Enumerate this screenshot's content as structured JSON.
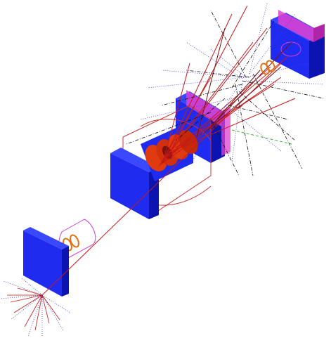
{
  "scene": {
    "kind": "particle detector event display",
    "text": [],
    "colors": {
      "background": "#ffffff",
      "detector_block": "#1f2cf0",
      "detector_block_dark": "#0b14b0",
      "end_panel": "#e040d0",
      "coil": "#e03a10",
      "track_primary": "#c81818",
      "track_secondary": "#7a1010",
      "track_dotted": "#3a3ad8",
      "track_dashdot": "#111111",
      "track_green": "#39b339",
      "outline_pink": "#d53bd5",
      "outline_red": "#cc3333"
    },
    "components": [
      "far-detector-block",
      "far-end-panel",
      "middle-detector-block",
      "middle-end-panel",
      "main-detector-block",
      "solenoid-coil",
      "target-ring-magnet",
      "entrance-detector-block",
      "shower-tracks"
    ]
  }
}
